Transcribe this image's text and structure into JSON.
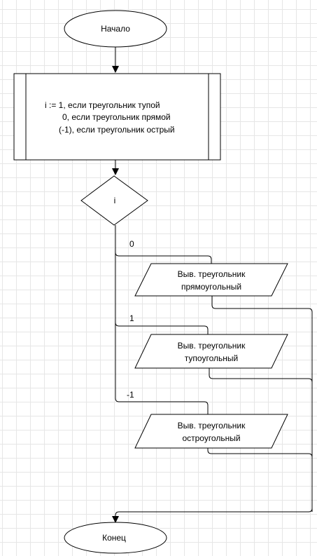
{
  "diagram": {
    "start_label": "Начало",
    "process_lines": [
      "i := 1, если треугольник тупой",
      "0, если треугольник прямой",
      "(-1), если треугольник острый"
    ],
    "decision_label": "i",
    "branches": [
      {
        "case_label": "0",
        "output_lines": [
          "Выв. треугольник",
          "прямоугольный"
        ]
      },
      {
        "case_label": "1",
        "output_lines": [
          "Выв. треугольник",
          "тупоугольный"
        ]
      },
      {
        "case_label": "-1",
        "output_lines": [
          "Выв. треугольник",
          "остроугольный"
        ]
      }
    ],
    "end_label": "Конец"
  }
}
